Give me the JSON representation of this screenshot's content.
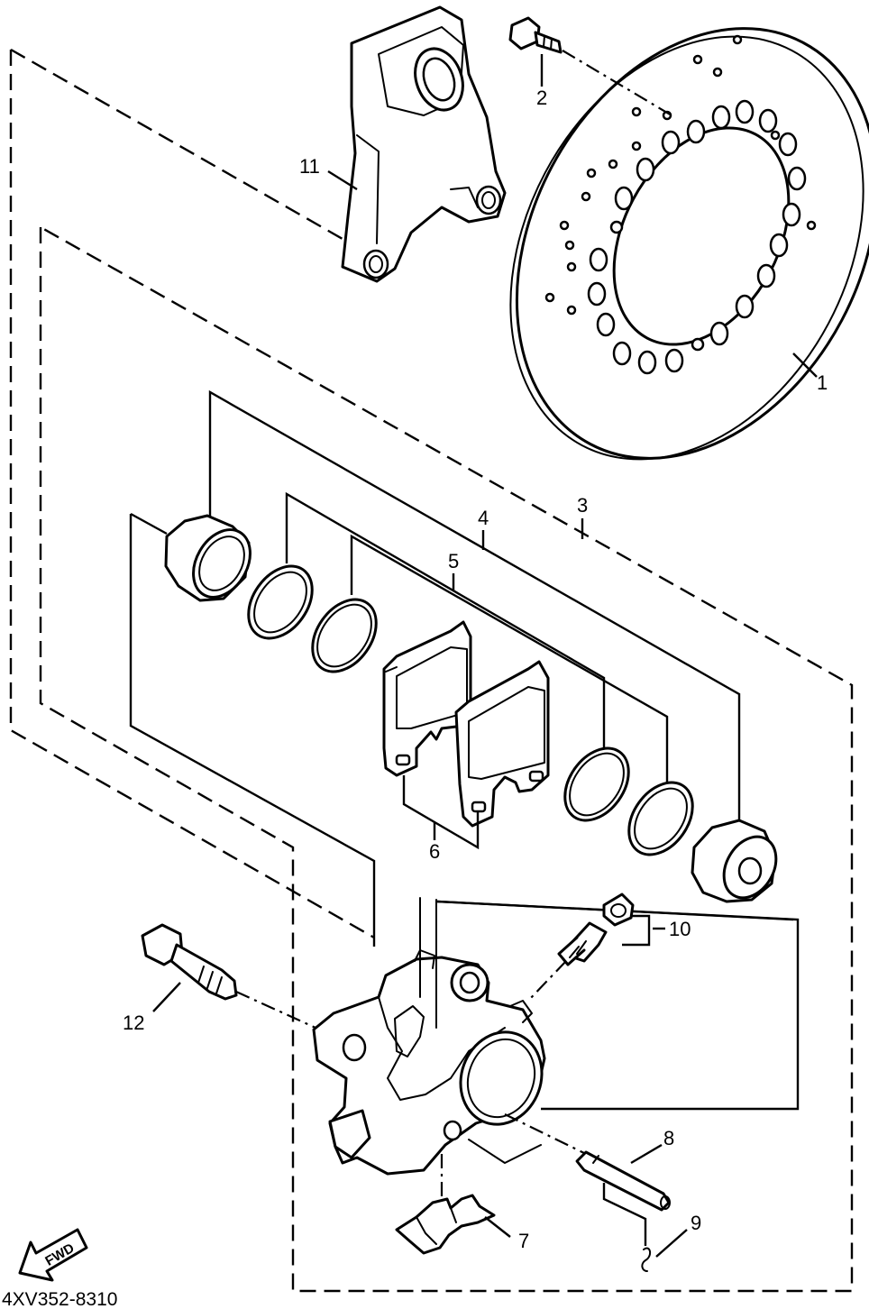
{
  "callouts": {
    "c1": "1",
    "c2": "2",
    "c3": "3",
    "c4": "4",
    "c5": "5",
    "c6": "6",
    "c7": "7",
    "c8": "8",
    "c9": "9",
    "c10": "10",
    "c11": "11",
    "c12": "12"
  },
  "fwd_label": "FWD",
  "diagram_code": "4XV352-8310"
}
